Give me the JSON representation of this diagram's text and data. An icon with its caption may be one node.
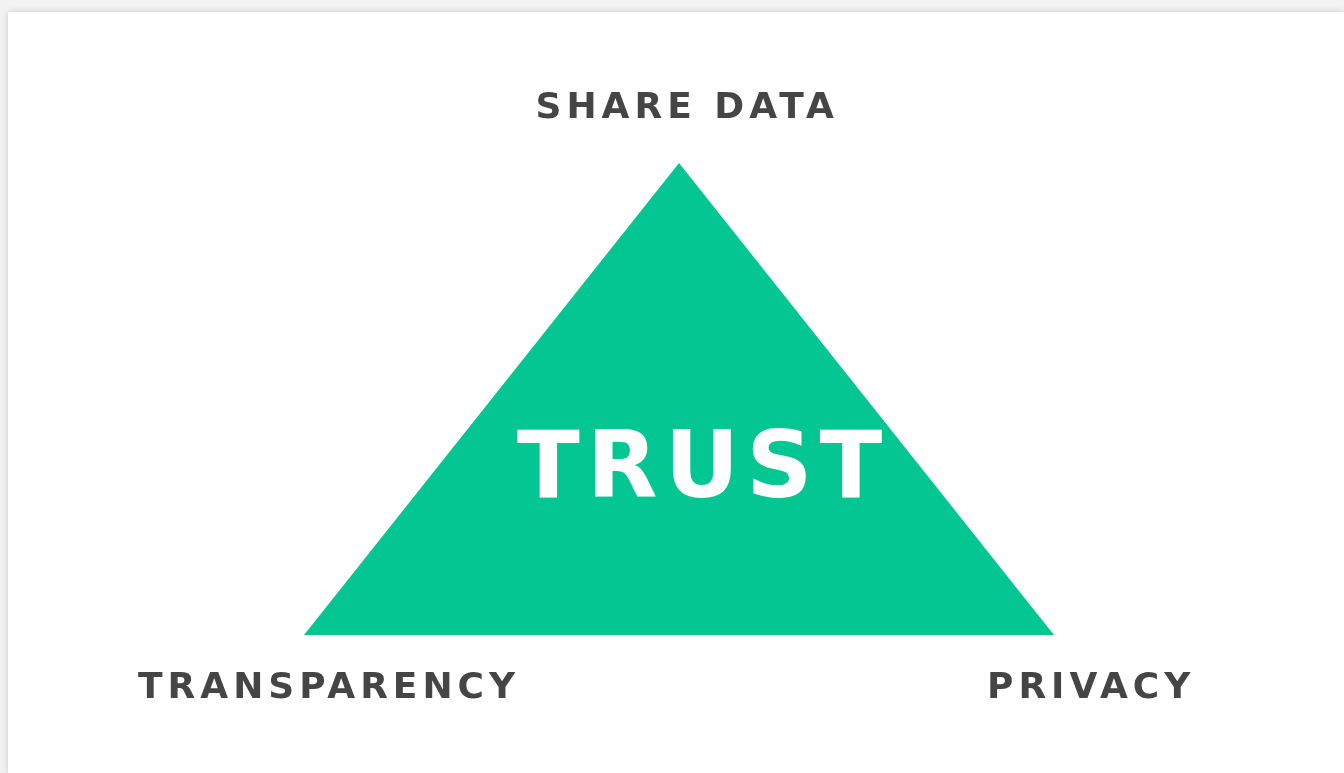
{
  "diagram": {
    "nodes": [
      {
        "text": [
          "TRUST"
        ]
      }
    ],
    "labels": [
      "SHARE DATA",
      "TRANSPARENCY",
      "PRIVACY"
    ]
  }
}
